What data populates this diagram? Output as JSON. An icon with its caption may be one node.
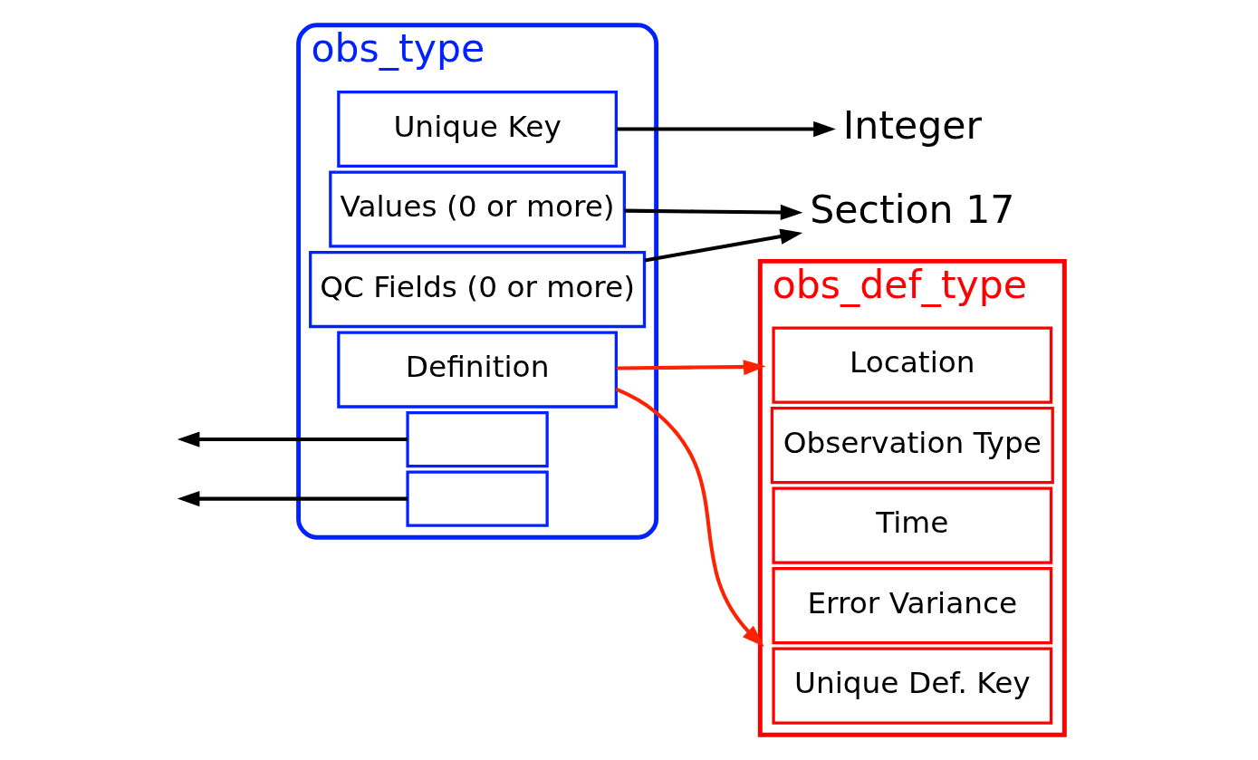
{
  "diagram": {
    "nodes": [
      {
        "text": [
          "obs_type"
        ]
      },
      {
        "text": [
          "Unique Key"
        ],
        "in": 0
      },
      {
        "text": [
          "Values (0 or more)"
        ],
        "in": 0
      },
      {
        "text": [
          "QC Fields (0 or more)"
        ],
        "in": 0
      },
      {
        "text": [
          "Definition"
        ],
        "in": 0
      },
      {
        "text": [],
        "shape": "box",
        "in": 0
      },
      {
        "text": [],
        "shape": "box",
        "in": 0
      },
      {
        "text": [
          "Integer"
        ]
      },
      {
        "text": [
          "Section 17"
        ]
      },
      {
        "text": [
          "obs_def_type"
        ]
      },
      {
        "text": [
          "Location"
        ],
        "in": 9
      },
      {
        "text": [
          "Observation Type"
        ],
        "in": 9
      },
      {
        "text": [
          "Time"
        ],
        "in": 9
      },
      {
        "text": [
          "Error Variance"
        ],
        "in": 9
      },
      {
        "text": [
          "Unique Def. Key"
        ],
        "in": 9
      }
    ],
    "edges": [
      {
        "from": 1,
        "to": 7,
        "arrow": "to"
      },
      {
        "from": 2,
        "to": 8,
        "arrow": "to"
      },
      {
        "from": 3,
        "to": 8,
        "arrow": "to"
      },
      {
        "from": 4,
        "to": 9,
        "arrow": "to",
        "color": "#ff2200"
      },
      {
        "from": 4,
        "to": 9,
        "arrow": "to",
        "color": "#ff2200"
      },
      {
        "from": 5,
        "to": null,
        "arrow": "to"
      },
      {
        "from": 6,
        "to": null,
        "arrow": "to"
      }
    ]
  }
}
